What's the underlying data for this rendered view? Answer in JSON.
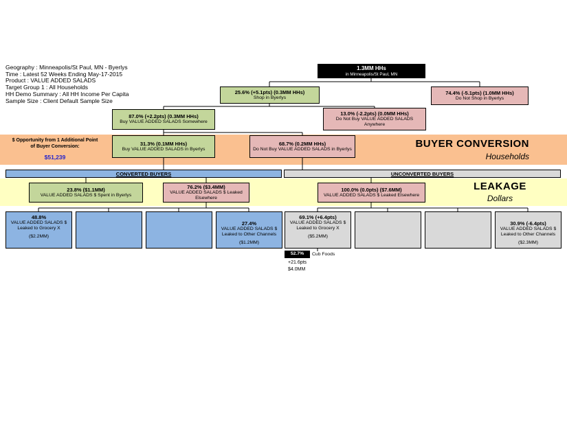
{
  "colors": {
    "green": "#c3d69b",
    "pink": "#e5b8b7",
    "orange": "#fac090",
    "yellow": "#ffffc2",
    "blue": "#8db4e2",
    "gray": "#d9d9d9",
    "value_blue": "#2222cc"
  },
  "meta": {
    "lines": [
      "Geography : Minneapolis/St Paul, MN - Byerlys",
      "Time : Latest 52 Weeks Ending May-17-2015",
      "Product : VALUE ADDED SALADS",
      "Target Group 1 : All Households",
      "HH Demo Summary : All HH Income Per Capita",
      "Sample Size : Client Default Sample Size"
    ]
  },
  "tree": {
    "total": {
      "value": "1.3MM HHs",
      "label": "in Minneapolis/St Paul, MN"
    },
    "shop": {
      "value": "25.6% (+5.1pts) (0.3MM HHs)",
      "label": "Shop in Byerlys"
    },
    "no_shop": {
      "value": "74.4% (-5.1pts) (1.0MM HHs)",
      "label": "Do Not Shop in Byerlys"
    },
    "buy_somewhere": {
      "value": "87.0% (+2.2pts) (0.3MM HHs)",
      "label": "Buy VALUE ADDED SALADS Somewhere"
    },
    "no_buy_anywhere": {
      "value": "13.0% (-2.2pts) (0.0MM HHs)",
      "label": "Do Not Buy VALUE ADDED SALADS Anywhere"
    },
    "buy_byerlys": {
      "value": "31.3% (0.1MM HHs)",
      "label": "Buy VALUE ADDED SALADS in Byerlys"
    },
    "no_buy_byerlys": {
      "value": "68.7% (0.2MM HHs)",
      "label": "Do Not Buy VALUE ADDED SALADS in Byerlys"
    }
  },
  "buyer_conversion": {
    "title": "BUYER CONVERSION",
    "subtitle": "Households",
    "opportunity_line1": "$ Opportunity from 1 Additional Point",
    "opportunity_line2": "of Buyer Conversion:",
    "opportunity_value": "$51,239"
  },
  "segments": {
    "converted_label": "CONVERTED BUYERS",
    "unconverted_label": "UNCONVERTED BUYERS"
  },
  "leakage": {
    "title": "LEAKAGE",
    "subtitle": "Dollars",
    "spent_byerlys": {
      "value": "23.8% ($1.1MM)",
      "label": "VALUE ADDED SALADS $ Spent in Byerlys"
    },
    "leaked_converted": {
      "value": "76.2% ($3.4MM)",
      "label": "VALUE ADDED SALADS $ Leaked Elsewhere"
    },
    "leaked_unconverted": {
      "value": "100.0% (0.0pts) ($7.6MM)",
      "label": "VALUE ADDED SALADS $ Leaked Elsewhere"
    }
  },
  "channels": {
    "converted": [
      {
        "value": "48.8%",
        "line1": "VALUE ADDED SALADS $",
        "line2": "Leaked to Grocery X",
        "line3": "($2.2MM)"
      },
      {
        "value": "",
        "line1": "",
        "line2": "",
        "line3": ""
      },
      {
        "value": "",
        "line1": "",
        "line2": "",
        "line3": ""
      },
      {
        "value": "27.4%",
        "line1": "VALUE ADDED SALADS $",
        "line2": "Leaked to Other Channels",
        "line3": "($1.2MM)"
      }
    ],
    "unconverted": [
      {
        "value": "69.1% (+6.4pts)",
        "line1": "VALUE ADDED SALADS $",
        "line2": "Leaked to Grocery X",
        "line3": "($5.2MM)"
      },
      {
        "value": "",
        "line1": "",
        "line2": "",
        "line3": ""
      },
      {
        "value": "",
        "line1": "",
        "line2": "",
        "line3": ""
      },
      {
        "value": "30.9% (-6.4pts)",
        "line1": "VALUE ADDED SALADS $",
        "line2": "Leaked to Other Channels",
        "line3": "($2.3MM)"
      }
    ]
  },
  "callout": {
    "value": "52.7%",
    "retailer": "Cub Foods",
    "delta": "+21.6pts",
    "dollars": "$4.0MM"
  }
}
